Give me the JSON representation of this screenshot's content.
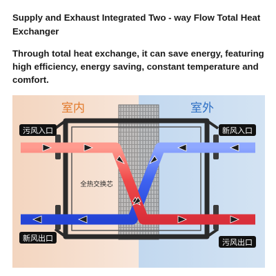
{
  "header": {
    "title": "Supply and Exhaust Integrated Two - way Flow Total Heat Exchanger",
    "description": "Through total heat exchange, it can save energy, featuring high efficiency, energy saving, constant temperature and comfort."
  },
  "diagram": {
    "indoor_label": "室内",
    "outdoor_label": "室外",
    "core_label": "全热交换芯",
    "ports": {
      "exhaust_in": "污风入口",
      "fresh_in": "新风入口",
      "fresh_out": "新风出口",
      "exhaust_out": "污风出口"
    },
    "colors": {
      "indoor_bg": "#f6dcc8",
      "outdoor_bg": "#c9dcf0",
      "indoor_text": "#e27a2c",
      "outdoor_text": "#2d6fc4",
      "exhaust_flow": "#ee4a4a",
      "fresh_flow": "#3a62ee",
      "frame": "#2a2a2a"
    }
  }
}
